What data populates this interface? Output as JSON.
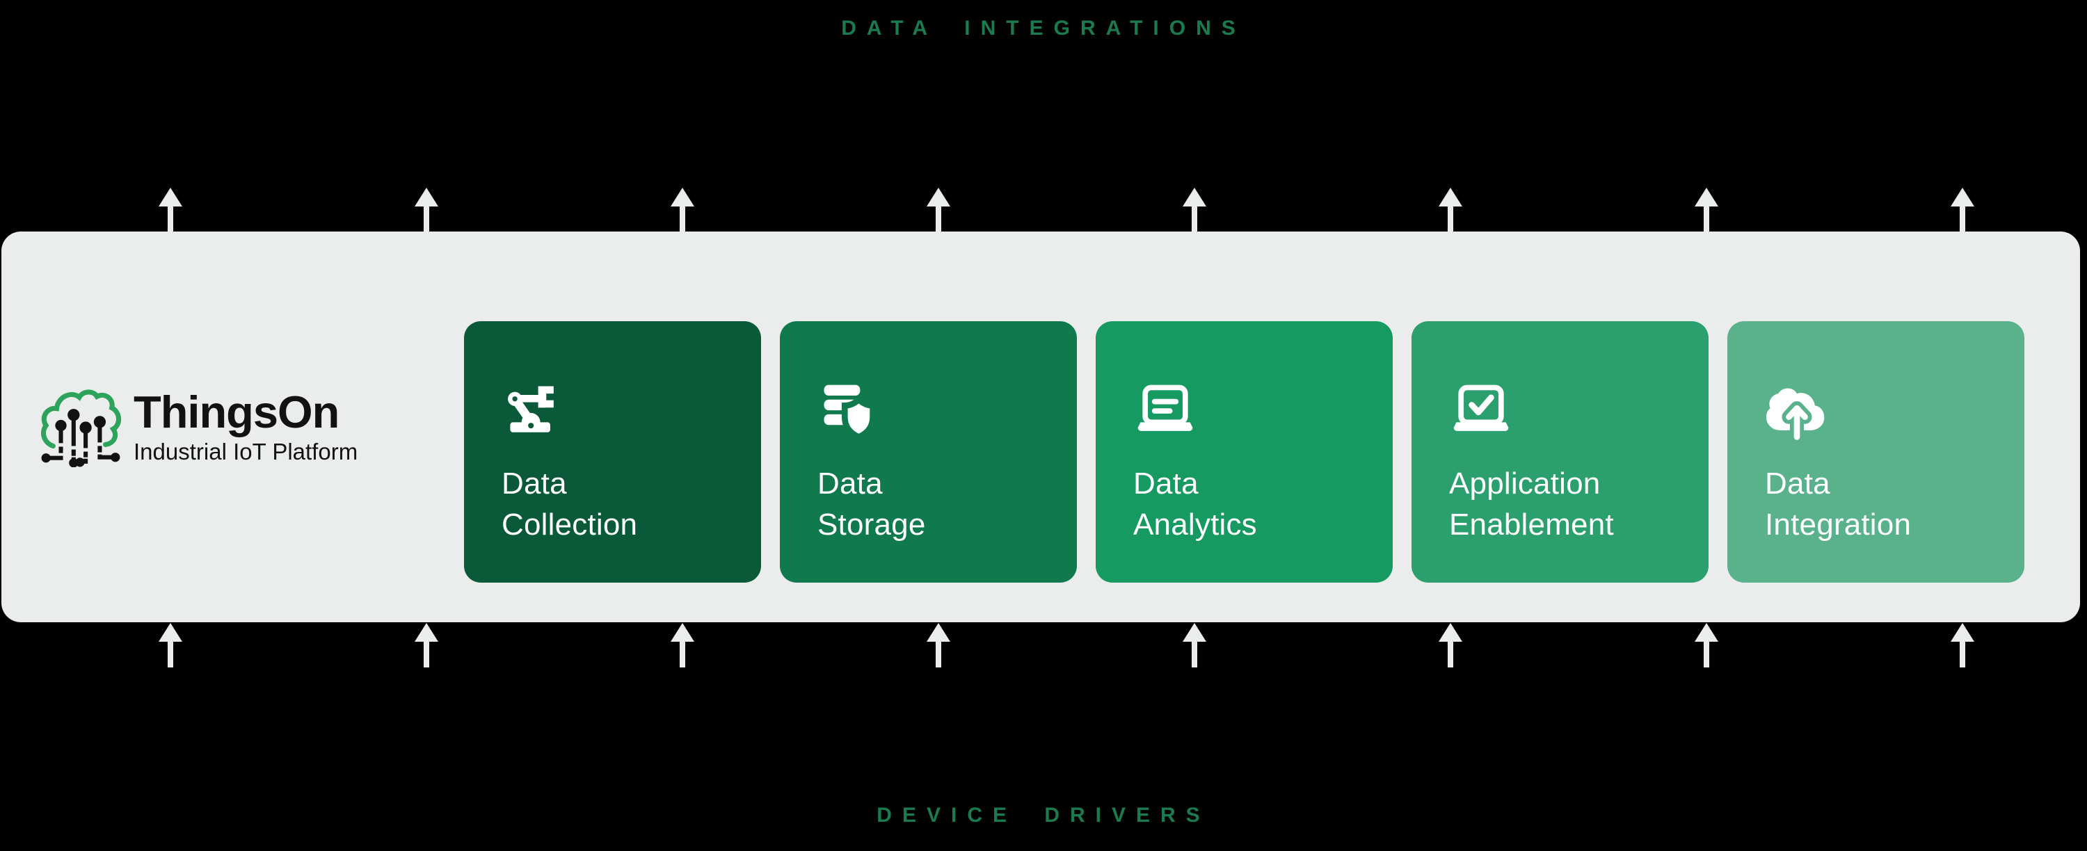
{
  "labels": {
    "top": "DATA INTEGRATIONS",
    "bottom": "DEVICE DRIVERS"
  },
  "logo": {
    "title": "ThingsOn",
    "subtitle": "Industrial IoT Platform",
    "icon": "cloud-circuit-icon"
  },
  "cards": [
    {
      "line1": "Data",
      "line2": "Collection",
      "icon": "robot-arm-icon",
      "color": "#0a5a3a"
    },
    {
      "line1": "Data",
      "line2": "Storage",
      "icon": "database-shield-icon",
      "color": "#107a4e"
    },
    {
      "line1": "Data",
      "line2": "Analytics",
      "icon": "laptop-lines-icon",
      "color": "#169a62"
    },
    {
      "line1": "Application",
      "line2": "Enablement",
      "icon": "laptop-check-icon",
      "color": "#2ba06e"
    },
    {
      "line1": "Data",
      "line2": "Integration",
      "icon": "cloud-upload-icon",
      "color": "#5ab28d"
    }
  ],
  "arrows": {
    "direction": "up",
    "top_count": 8,
    "bottom_count": 8
  },
  "colors": {
    "background": "#000000",
    "band": "#ebedec",
    "arrow": "#ebedec",
    "label_green": "#1b7a4e",
    "logo_green": "#2da35c",
    "ink": "#121212",
    "card_text": "#ffffff"
  }
}
